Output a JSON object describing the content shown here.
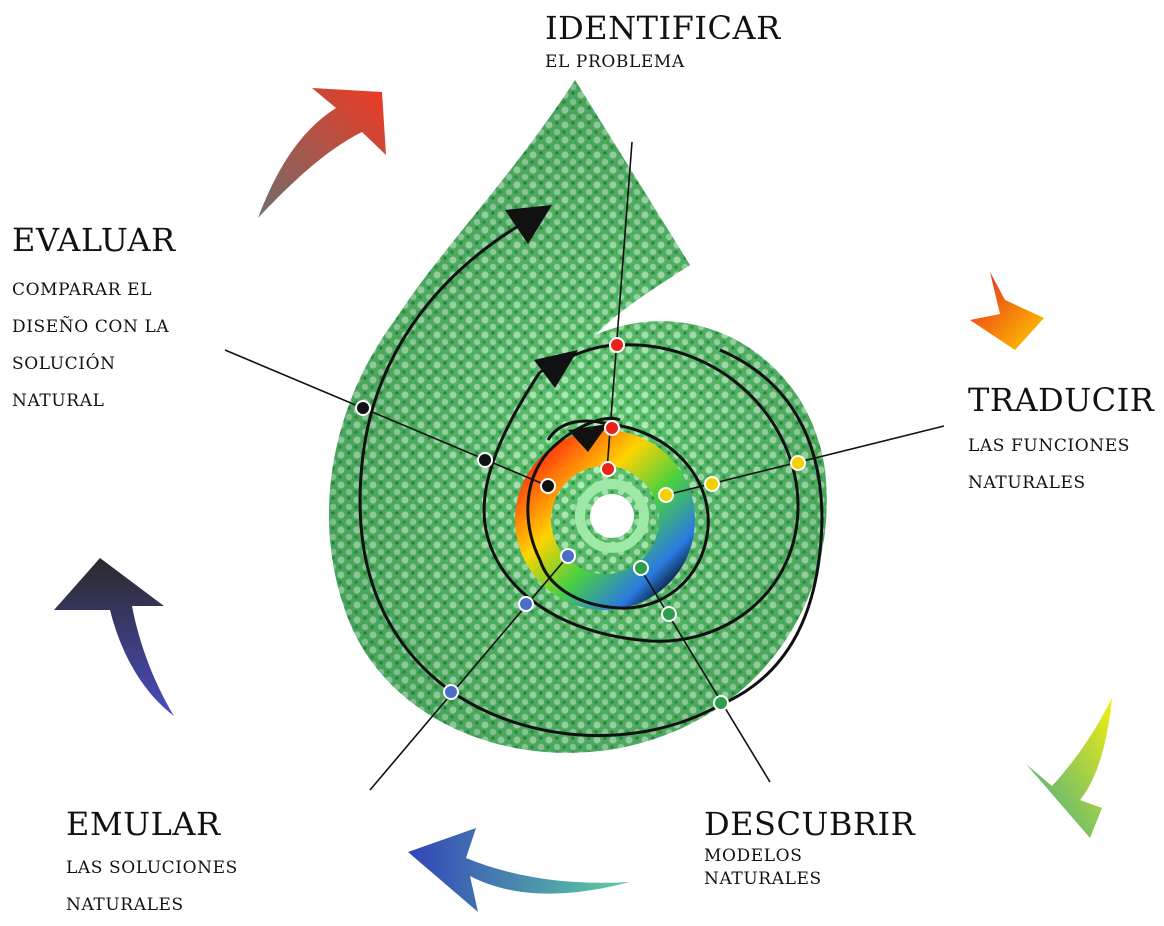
{
  "stages": {
    "identificar": {
      "title": "IDENTIFICAR",
      "lines": [
        "EL PROBLEMA"
      ],
      "color": "#e8241a"
    },
    "traducir": {
      "title": "TRADUCIR",
      "lines": [
        "LAS FUNCIONES",
        "NATURALES"
      ],
      "color": "#f4d000"
    },
    "descubrir": {
      "title": "DESCUBRIR",
      "lines": [
        "MODELOS",
        "NATURALES"
      ],
      "color": "#2e9e4a"
    },
    "emular": {
      "title": "EMULAR",
      "lines": [
        "LAS SOLUCIONES",
        "NATURALES"
      ],
      "color": "#4a6fc8"
    },
    "evaluar": {
      "title": "EVALUAR",
      "lines": [
        "COMPARAR EL",
        "DISEÑO CON LA",
        "SOLUCIÓN",
        "NATURAL"
      ],
      "color": "#111111"
    }
  },
  "arrows": [
    "red-orange-arrow",
    "orange-arrow",
    "yellow-green-arrow",
    "blue-teal-arrow",
    "gray-purple-arrow"
  ]
}
